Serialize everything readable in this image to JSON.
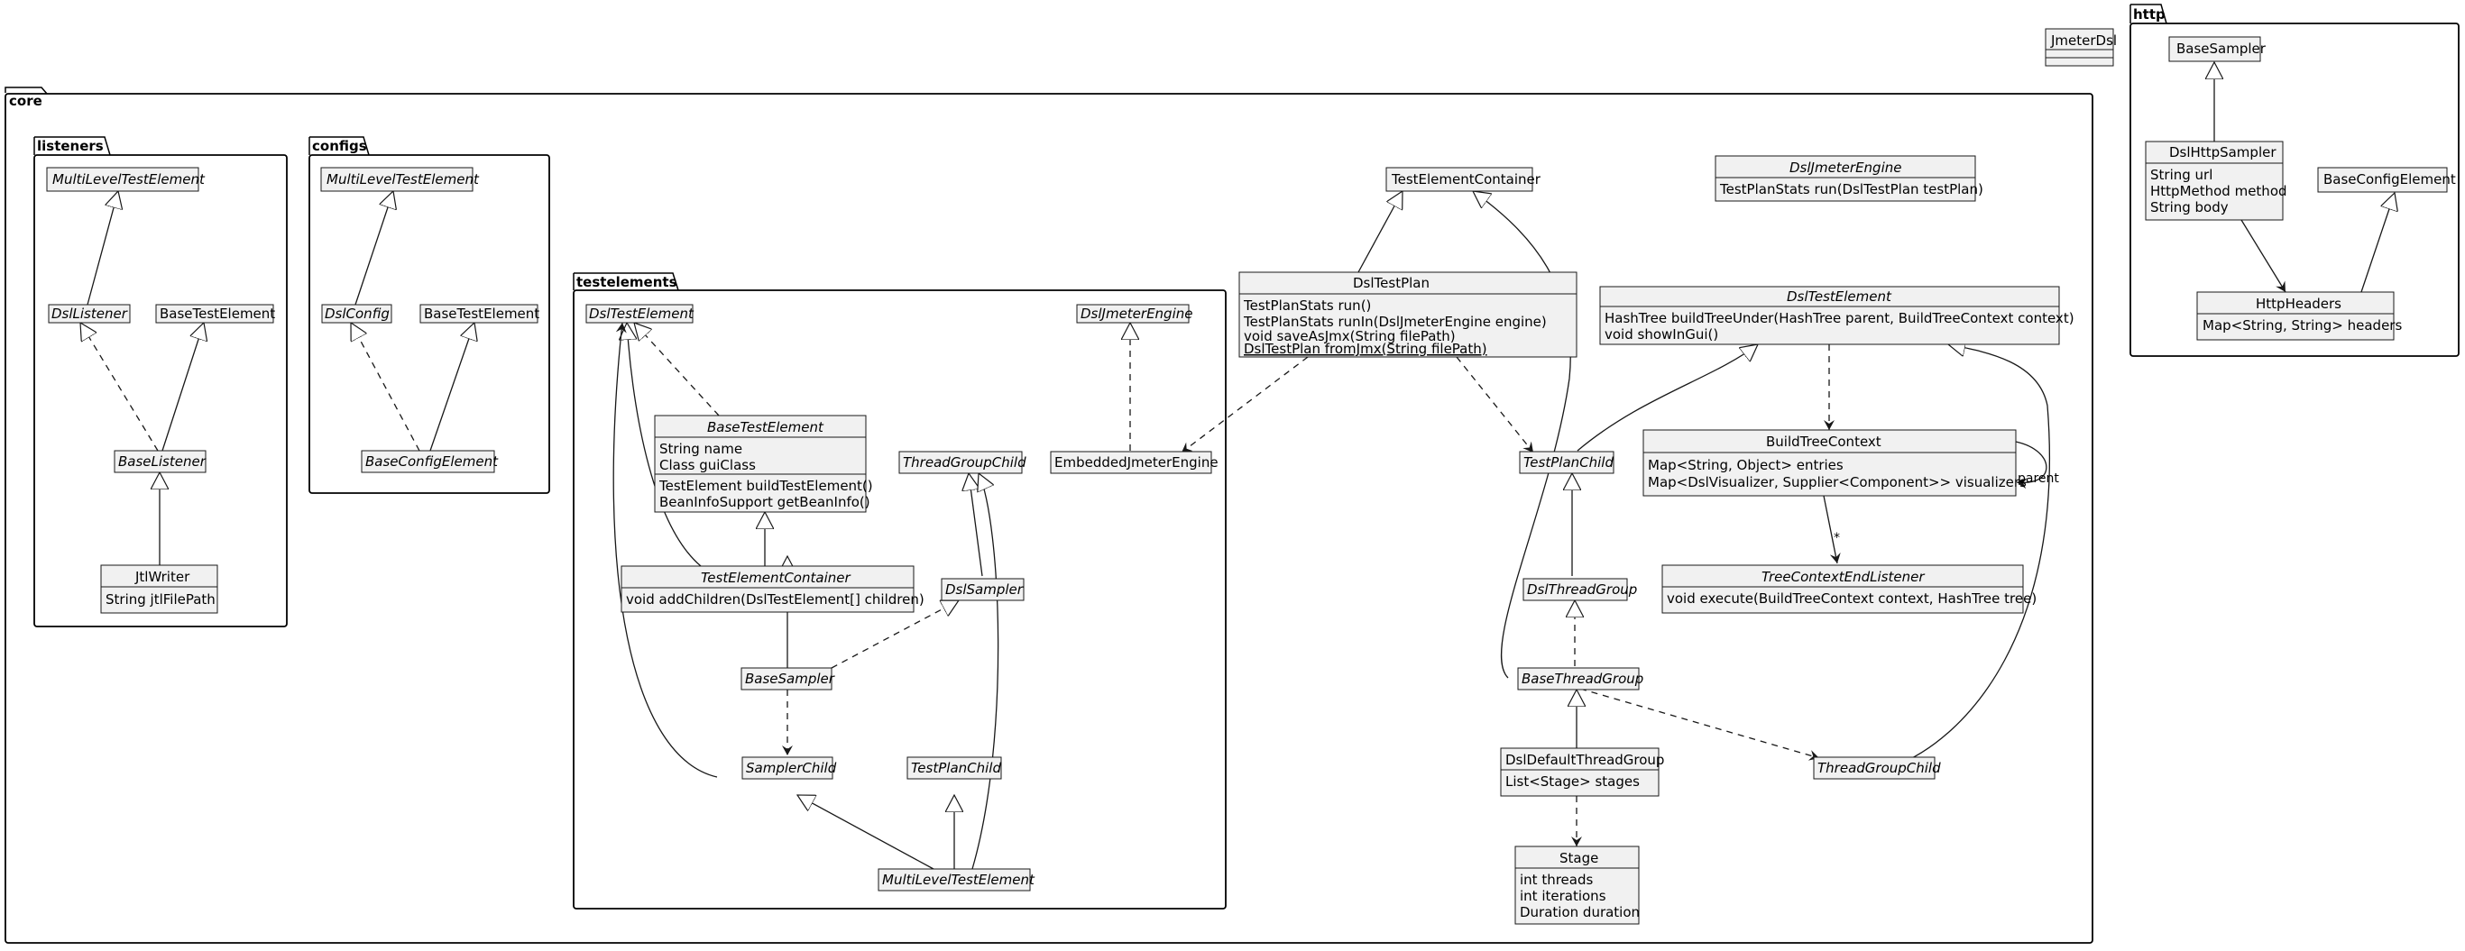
{
  "packages": {
    "core": "core",
    "http": "http",
    "listeners": "listeners",
    "configs": "configs",
    "testelements": "testelements"
  },
  "classes": {
    "jmeter_dsl": {
      "name": "JmeterDsl"
    },
    "http_base_sampler": {
      "name": "BaseSampler"
    },
    "dsl_http_sampler": {
      "name": "DslHttpSampler",
      "members": [
        "String url",
        "HttpMethod method",
        "String body"
      ]
    },
    "http_base_config_element": {
      "name": "BaseConfigElement"
    },
    "http_headers": {
      "name": "HttpHeaders",
      "members": [
        "Map<String, String> headers"
      ]
    },
    "lst_multi_level": {
      "name": "MultiLevelTestElement"
    },
    "lst_dsl_listener": {
      "name": "DslListener"
    },
    "lst_base_test_element": {
      "name": "BaseTestElement"
    },
    "lst_base_listener": {
      "name": "BaseListener"
    },
    "jtl_writer": {
      "name": "JtlWriter",
      "members": [
        "String jtlFilePath"
      ]
    },
    "cfg_multi_level": {
      "name": "MultiLevelTestElement"
    },
    "cfg_dsl_config": {
      "name": "DslConfig"
    },
    "cfg_base_test_element": {
      "name": "BaseTestElement"
    },
    "cfg_base_config_element": {
      "name": "BaseConfigElement"
    },
    "te_dsl_test_element": {
      "name": "DslTestElement"
    },
    "te_dsl_jmeter_engine": {
      "name": "DslJmeterEngine"
    },
    "te_base_test_element": {
      "name": "BaseTestElement",
      "fields": [
        "String name",
        "Class guiClass"
      ],
      "methods": [
        "TestElement buildTestElement()",
        "BeanInfoSupport getBeanInfo()"
      ]
    },
    "te_thread_group_child": {
      "name": "ThreadGroupChild"
    },
    "te_embedded_engine": {
      "name": "EmbeddedJmeterEngine"
    },
    "te_test_element_container": {
      "name": "TestElementContainer",
      "members": [
        "void addChildren(DslTestElement[] children)"
      ]
    },
    "te_dsl_sampler": {
      "name": "DslSampler"
    },
    "te_base_sampler": {
      "name": "BaseSampler"
    },
    "te_sampler_child": {
      "name": "SamplerChild"
    },
    "te_test_plan_child": {
      "name": "TestPlanChild"
    },
    "te_multi_level": {
      "name": "MultiLevelTestElement"
    },
    "core_test_element_container": {
      "name": "TestElementContainer"
    },
    "core_dsl_jmeter_engine": {
      "name": "DslJmeterEngine",
      "members": [
        "TestPlanStats run(DslTestPlan testPlan)"
      ]
    },
    "dsl_test_plan": {
      "name": "DslTestPlan",
      "members": [
        "TestPlanStats run()",
        "TestPlanStats runIn(DslJmeterEngine engine)",
        "void saveAsJmx(String filePath)",
        "DslTestPlan fromJmx(String filePath)"
      ]
    },
    "core_dsl_test_element": {
      "name": "DslTestElement",
      "members": [
        "HashTree buildTreeUnder(HashTree parent, BuildTreeContext context)",
        "void showInGui()"
      ]
    },
    "core_test_plan_child": {
      "name": "TestPlanChild"
    },
    "build_tree_context": {
      "name": "BuildTreeContext",
      "members": [
        "Map<String, Object> entries",
        "Map<DslVisualizer, Supplier<Component>> visualizers"
      ]
    },
    "tree_context_end_listener": {
      "name": "TreeContextEndListener",
      "members": [
        "void execute(BuildTreeContext context, HashTree tree)"
      ]
    },
    "dsl_thread_group": {
      "name": "DslThreadGroup"
    },
    "base_thread_group": {
      "name": "BaseThreadGroup"
    },
    "dsl_default_thread_group": {
      "name": "DslDefaultThreadGroup",
      "members": [
        "List<Stage> stages"
      ]
    },
    "core_thread_group_child": {
      "name": "ThreadGroupChild"
    },
    "stage": {
      "name": "Stage",
      "members": [
        "int threads",
        "int iterations",
        "Duration duration"
      ]
    }
  },
  "relation_labels": {
    "parent": "parent",
    "star": "*"
  }
}
